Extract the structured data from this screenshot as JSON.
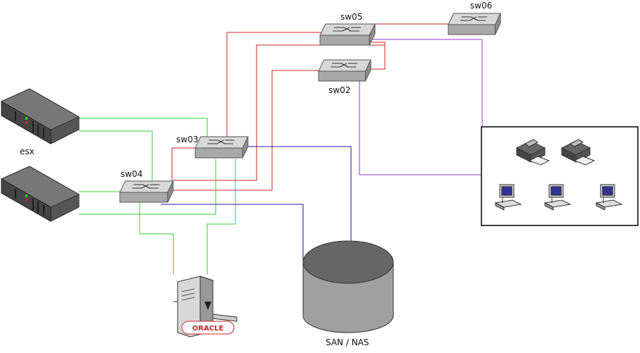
{
  "labels": {
    "sw05": "sw05",
    "sw06": "sw06",
    "sw02": "sw02",
    "sw03": "sw03",
    "sw04": "sw04",
    "esx": "esx",
    "storage": "SAN / NAS",
    "oracle": "ORACLE"
  },
  "colors": {
    "green_link": "#33cc33",
    "red_link": "#cc2222",
    "blue_link": "#1a1a99",
    "purple_link": "#9933cc",
    "switch_top": "#d8d8d8",
    "switch_front": "#a8a8a8",
    "server_body": "#555555",
    "san_top": "#666666",
    "san_body": "#a0a0a0"
  },
  "devices": [
    {
      "name": "switch-sw05",
      "type": "switch"
    },
    {
      "name": "switch-sw06",
      "type": "switch"
    },
    {
      "name": "switch-sw02",
      "type": "switch"
    },
    {
      "name": "switch-sw03",
      "type": "switch"
    },
    {
      "name": "switch-sw04",
      "type": "switch"
    },
    {
      "name": "esx-server-1",
      "type": "server"
    },
    {
      "name": "esx-server-2",
      "type": "server"
    },
    {
      "name": "oracle-server",
      "type": "server"
    },
    {
      "name": "san-nas-storage",
      "type": "storage"
    },
    {
      "name": "printer-1",
      "type": "printer"
    },
    {
      "name": "printer-2",
      "type": "printer"
    },
    {
      "name": "workstation-1",
      "type": "workstation"
    },
    {
      "name": "workstation-2",
      "type": "workstation"
    },
    {
      "name": "workstation-3",
      "type": "workstation"
    }
  ]
}
